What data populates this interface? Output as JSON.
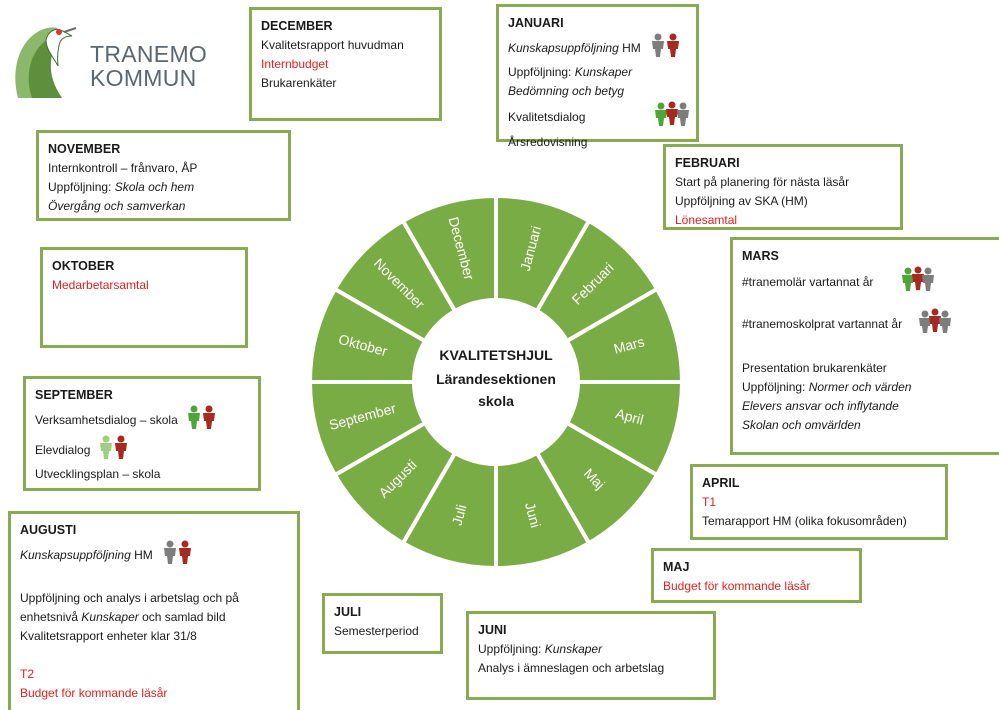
{
  "logo": {
    "line1": "TRANEMO",
    "line2": "KOMMUN"
  },
  "center": {
    "line1": "KVALITETSHJUL",
    "line2": "Lärandesektionen",
    "line3": "skola"
  },
  "wheel_colors": {
    "segment": "#7aac45",
    "stroke": "#ffffff",
    "text": "#ffffff"
  },
  "months_wheel": [
    "Januari",
    "Februari",
    "Mars",
    "April",
    "Maj",
    "Juni",
    "Juli",
    "Augusti",
    "September",
    "Oktober",
    "November",
    "December"
  ],
  "boxes": {
    "december": {
      "title": "DECEMBER",
      "l1": "Kvalitetsrapport huvudman",
      "l2": "Internbudget",
      "l3": "Brukarenkäter"
    },
    "januari": {
      "title": "JANUARI",
      "l1a": "Kunskapsuppföljning",
      "l1b": "HM",
      "l2a": "Uppföljning:",
      "l2b": "Kunskaper",
      "l3": "Bedömning och betyg",
      "l4": "Kvalitetsdialog",
      "l5": "Årsredovisning"
    },
    "november": {
      "title": "NOVEMBER",
      "l1": "Internkontroll – frånvaro, ÅP",
      "l2a": "Uppföljning:",
      "l2b": "Skola och hem",
      "l3": "Övergång och samverkan"
    },
    "februari": {
      "title": "FEBRUARI",
      "l1": "Start på planering för nästa läsår",
      "l2": "Uppföljning av SKA (HM)",
      "l3": "Lönesamtal"
    },
    "oktober": {
      "title": "OKTOBER",
      "l1": "Medarbetarsamtal"
    },
    "mars": {
      "title": "MARS",
      "l1": "#tranemolär vartannat år",
      "l2": "#tranemoskolprat vartannat år",
      "l3": "Presentation brukarenkäter",
      "l4a": "Uppföljning:",
      "l4b": "Normer och värden",
      "l5": "Elevers ansvar och inflytande",
      "l6": "Skolan och omvärlden"
    },
    "september": {
      "title": "SEPTEMBER",
      "l1": "Verksamhetsdialog – skola",
      "l2": "Elevdialog",
      "l3": "Utvecklingsplan – skola"
    },
    "april": {
      "title": "APRIL",
      "l1": "T1",
      "l2": "Temarapport HM (olika fokusområden)"
    },
    "augusti": {
      "title": "AUGUSTI",
      "l1a": "Kunskapsuppföljning",
      "l1b": "HM",
      "l2": "Uppföljning och analys i arbetslag och på",
      "l3a": "enhetsnivå",
      "l3b": "Kunskaper",
      "l3c": "och samlad bild",
      "l4": "Kvalitetsrapport enheter klar 31/8",
      "l5": "T2",
      "l6": "Budget för kommande läsår"
    },
    "maj": {
      "title": "MAJ",
      "l1": "Budget för kommande läsår"
    },
    "juli": {
      "title": "JULI",
      "l1": "Semesterperiod"
    },
    "juni": {
      "title": "JUNI",
      "l1a": "Uppföljning:",
      "l1b": "Kunskaper",
      "l2": "Analys i ämneslagen och arbetslag"
    }
  }
}
